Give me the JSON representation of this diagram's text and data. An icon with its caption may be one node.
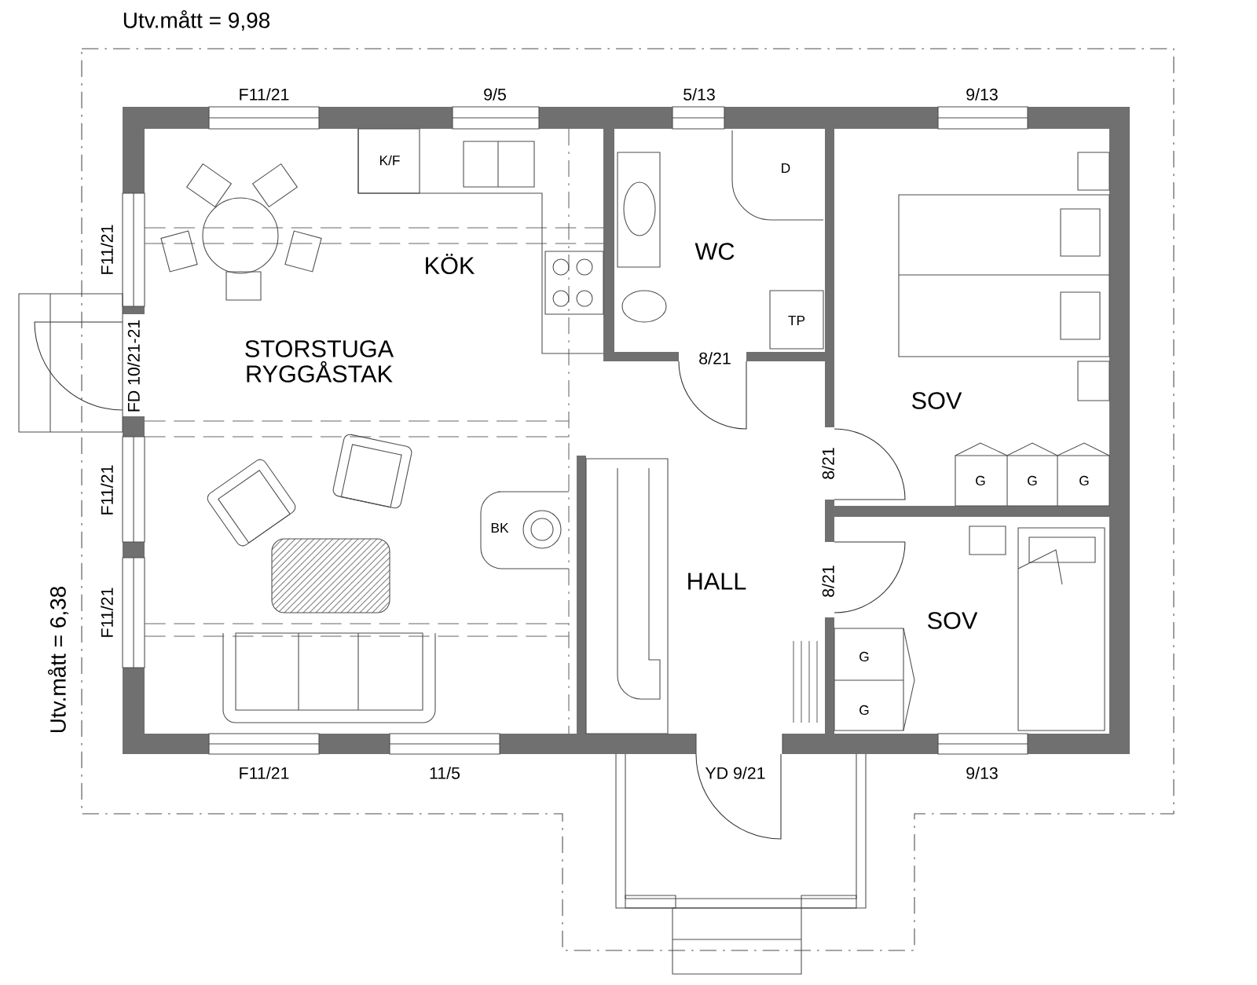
{
  "diagram": {
    "labels": [
      "Utv.mått = 9,98",
      "F11/21",
      "9/5",
      "5/13",
      "9/13",
      "K/F",
      "D",
      "KÖK",
      "WC",
      "F11/21",
      "TP",
      "STORSTUGA RYGGÅSTAK",
      "8/21",
      "SOV",
      "FD 10/21-21",
      "8/21",
      "G",
      "G",
      "G",
      "F11/21",
      "BK",
      "8/21",
      "HALL",
      "F11/21",
      "SOV",
      "G",
      "G",
      "Utv.mått = 6,38",
      "F11/21",
      "11/5",
      "YD 9/21",
      "9/13"
    ]
  }
}
